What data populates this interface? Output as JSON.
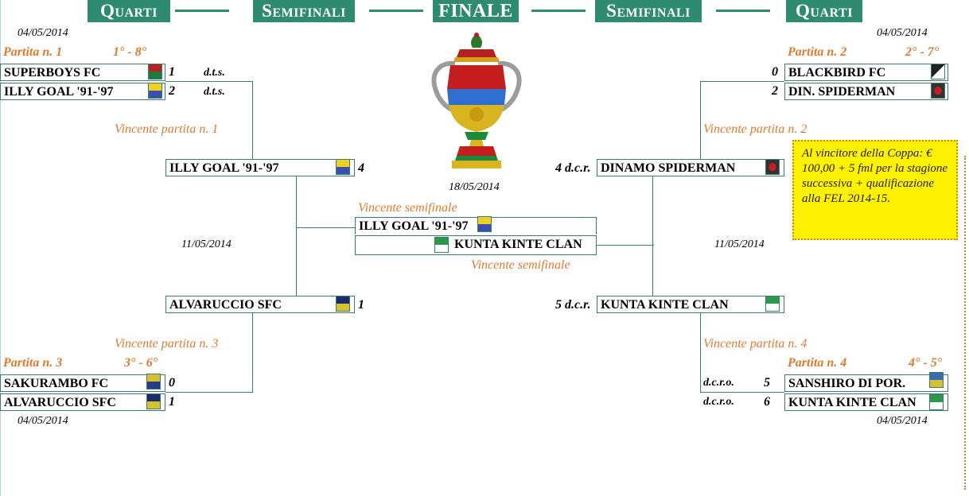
{
  "header": {
    "left_quarti": "Quarti",
    "left_semi": "Semifinali",
    "final": "FINALE",
    "right_semi": "Semifinali",
    "right_quarti": "Quarti"
  },
  "dates": {
    "q_left_top": "04/05/2014",
    "q_right_top": "04/05/2014",
    "q_left_bottom": "04/05/2014",
    "q_right_bottom": "04/05/2014",
    "semi_left": "11/05/2014",
    "semi_right": "11/05/2014",
    "final": "18/05/2014"
  },
  "match1": {
    "title": "Partita n. 1",
    "seeds": "1° - 8°",
    "team1": "SUPERBOYS FC",
    "score1": "1",
    "note1": "d.t.s.",
    "team2": "ILLY GOAL '91-'97",
    "score2": "2",
    "note2": "d.t.s.",
    "winner_label": "Vincente partita n. 1"
  },
  "match2": {
    "title": "Partita n. 2",
    "seeds": "2° - 7°",
    "team1": "BLACKBIRD FC",
    "score1": "0",
    "team2": "DIN. SPIDERMAN",
    "score2": "2",
    "winner_label": "Vincente partita n. 2"
  },
  "match3": {
    "title": "Partita n. 3",
    "seeds": "3° - 6°",
    "team1": "SAKURAMBO FC",
    "score1": "0",
    "team2": "ALVARUCCIO SFC",
    "score2": "1",
    "winner_label": "Vincente partita n. 3"
  },
  "match4": {
    "title": "Partita n. 4",
    "seeds": "4° - 5°",
    "team1": "SANSHIRO DI POR.",
    "score1": "5",
    "note1": "d.c.r.o.",
    "team2": "KUNTA KINTE CLAN",
    "score2": "6",
    "note2": "d.c.r.o.",
    "winner_label": "Vincente partita n. 4"
  },
  "semi_left": {
    "team1": "ILLY GOAL '91-'97",
    "score1": "4",
    "team2": "ALVARUCCIO SFC",
    "score2": "1"
  },
  "semi_right": {
    "team1": "DINAMO SPIDERMAN",
    "score1": "4 d.c.r.",
    "team2": "KUNTA KINTE CLAN",
    "score2": "5 d.c.r."
  },
  "final": {
    "label_top": "Vincente semifinale",
    "team1": "ILLY GOAL '91-'97",
    "team2": "KUNTA KINTE CLAN",
    "label_bottom": "Vincente semifinale"
  },
  "prize_note": "Al vincitore della Coppa: € 100,00 + 5 fml per la stagione successiva + qualificazione alla FEL 2014-15.",
  "icons": [
    "trophy-icon",
    "team-crest-icon"
  ],
  "colors": {
    "header_bg": "#2e8b6f",
    "accent_orange": "#e07a2e",
    "note_bg": "#fff200"
  }
}
